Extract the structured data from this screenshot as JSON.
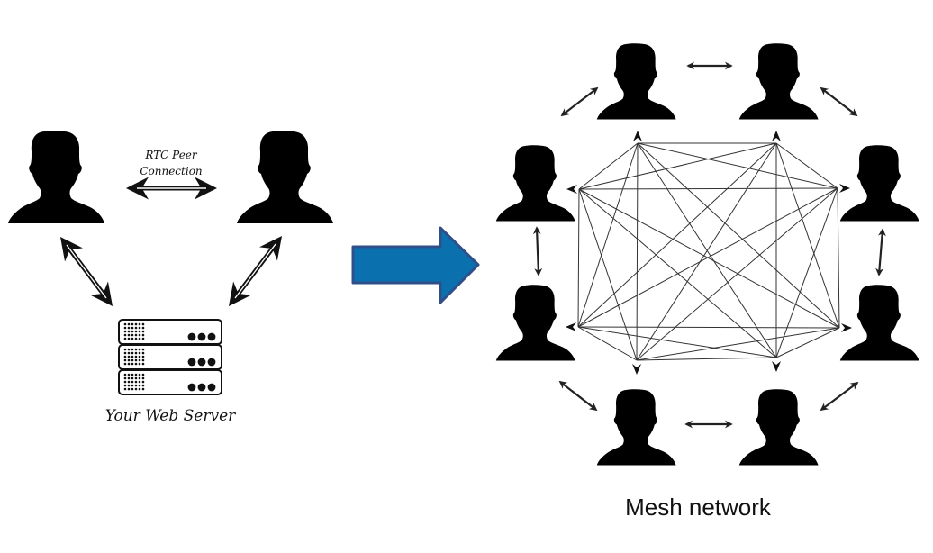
{
  "left_panel": {
    "peer_connection_label_line1": "RTC Peer",
    "peer_connection_label_line2": "Connection",
    "server_label": "Your Web Server",
    "peers": [
      "peer-a",
      "peer-b"
    ]
  },
  "transition_arrow": {
    "fill": "#0b70ae",
    "stroke": "#2e4f8a",
    "direction": "right"
  },
  "right_panel": {
    "title": "Mesh network",
    "node_count": 8,
    "topology": "full-mesh"
  },
  "icons": {
    "person": "person-bust-icon",
    "server": "server-rack-icon",
    "arrow": "double-headed-arrow-icon"
  }
}
